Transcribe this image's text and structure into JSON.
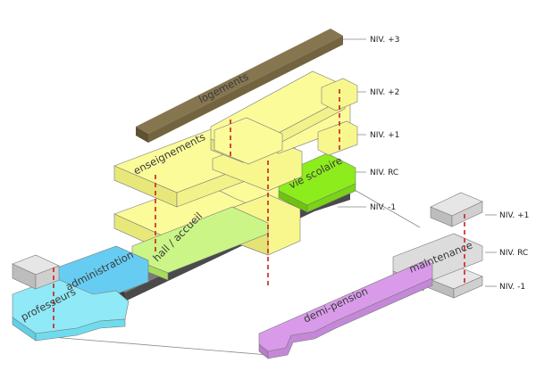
{
  "levels_main": {
    "niv_p3": "NIV. +3",
    "niv_p2": "NIV. +2",
    "niv_p1": "NIV. +1",
    "niv_rc": "NIV. RC",
    "niv_m1": "NIV. -1"
  },
  "levels_annex": {
    "niv_p1": "NIV. +1",
    "niv_rc": "NIV. RC",
    "niv_m1": "NIV. -1"
  },
  "zones": {
    "logements": "logements",
    "enseignements": "enseignements",
    "vie_scolaire": "vie scolaire",
    "hall_accueil": "hall / accueil",
    "administration": "administration",
    "professeurs": "professeurs",
    "maintenance": "maintenance",
    "demi_pension": "demi-pension"
  },
  "colors": {
    "logements": "#867650",
    "enseignements": "#fbfb9a",
    "vie_scolaire": "#8cec1c",
    "hall_accueil": "#cbf587",
    "administration": "#66ccf2",
    "professeurs": "#8fe9f7",
    "maintenance": "#dcdcdc",
    "demi_pension": "#d99be9",
    "sous_sol": "#6e6e6e",
    "axis": "#cc1f1f"
  }
}
